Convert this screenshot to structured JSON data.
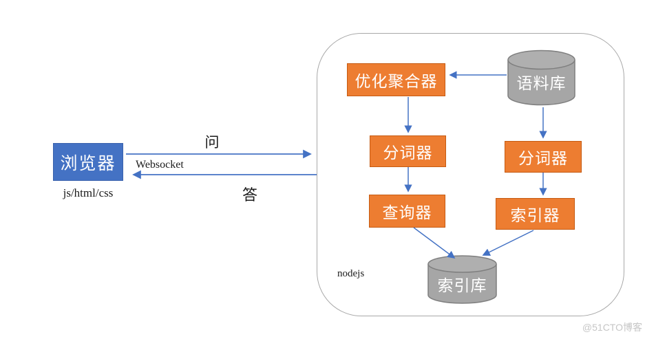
{
  "client": {
    "browser_label": "浏览器",
    "tech_label": "js/html/css"
  },
  "channel": {
    "question_label": "问",
    "protocol_label": "Websocket",
    "answer_label": "答"
  },
  "server": {
    "runtime_label": "nodejs",
    "nodes": {
      "aggregator": "优化聚合器",
      "corpus": "语料库",
      "tokenizer_query": "分词器",
      "tokenizer_index": "分词器",
      "query": "查询器",
      "indexer": "索引器",
      "index_db": "索引库"
    }
  },
  "edges": [
    {
      "from": "浏览器",
      "to": "nodejs",
      "label": "问",
      "via": "Websocket"
    },
    {
      "from": "nodejs",
      "to": "浏览器",
      "label": "答",
      "via": "Websocket"
    },
    {
      "from": "语料库",
      "to": "优化聚合器"
    },
    {
      "from": "优化聚合器",
      "to": "分词器"
    },
    {
      "from": "语料库",
      "to": "分词器"
    },
    {
      "from": "分词器",
      "to": "查询器"
    },
    {
      "from": "分词器",
      "to": "索引器"
    },
    {
      "from": "查询器",
      "to": "索引库"
    },
    {
      "from": "索引器",
      "to": "索引库"
    }
  ],
  "colors": {
    "node_orange_fill": "#ED7D31",
    "node_orange_border": "#C55A11",
    "browser_blue_fill": "#4472C4",
    "cylinder_gray_fill": "#A6A6A6",
    "cylinder_gray_border": "#7F7F7F",
    "arrow_blue": "#4472C4",
    "container_border": "#A8A8A8"
  },
  "watermark": "@51CTO博客"
}
